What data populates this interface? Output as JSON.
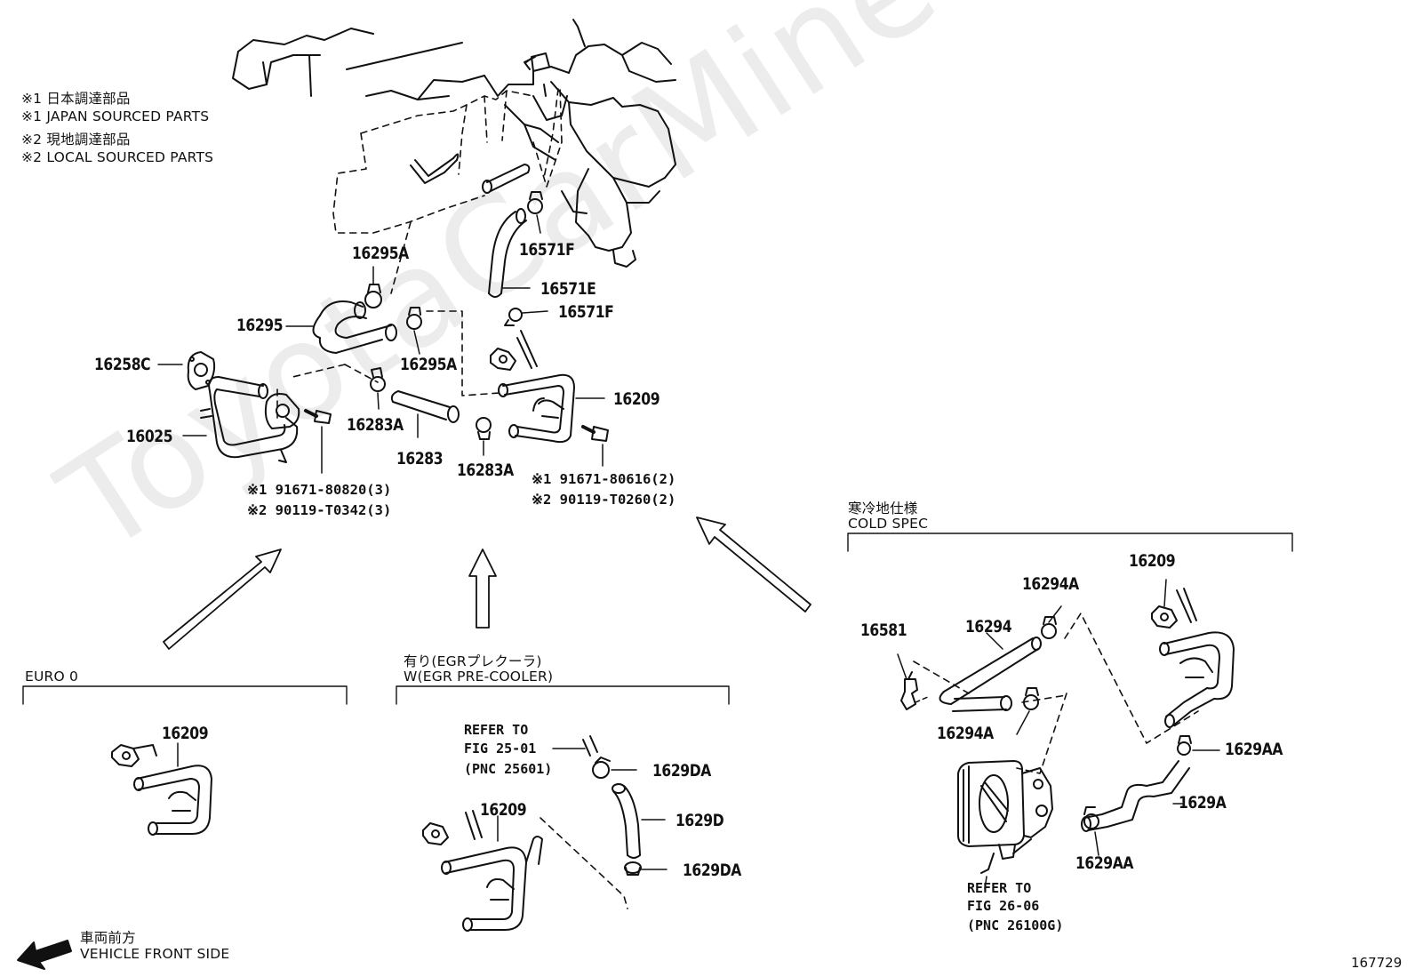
{
  "watermark": "ToyotaCarMine.ru",
  "notes": {
    "n1_jp": "※1 日本調達部品",
    "n1_en": "※1 JAPAN SOURCED PARTS",
    "n2_jp": "※2 現地調達部品",
    "n2_en": "※2 LOCAL SOURCED PARTS"
  },
  "parts_main": {
    "p16295A_top": "16295A",
    "p16295": "16295",
    "p16295A_bot": "16295A",
    "p16258C": "16258C",
    "p16025": "16025",
    "p16283A_left": "16283A",
    "p16283": "16283",
    "p16283A_right": "16283A",
    "p16571F_top": "16571F",
    "p16571E": "16571E",
    "p16571F_bot": "16571F",
    "p16209": "16209"
  },
  "bolts": {
    "left_1": "※1 91671-80820(3)",
    "left_2": "※2 90119-T0342(3)",
    "right_1": "※1 91671-80616(2)",
    "right_2": "※2 90119-T0260(2)"
  },
  "euro": {
    "title": "EURO 0",
    "p16209": "16209"
  },
  "egr": {
    "title_jp": "有り(EGRプレクーラ)",
    "title_en": "W(EGR PRE-COOLER)",
    "refer_1": "REFER TO",
    "refer_2": "FIG 25-01",
    "refer_3": "(PNC 25601)",
    "p1629DA_top": "1629DA",
    "p1629D": "1629D",
    "p1629DA_bot": "1629DA",
    "p16209": "16209"
  },
  "cold": {
    "title_jp": "寒冷地仕様",
    "title_en": "COLD SPEC",
    "p16581": "16581",
    "p16294": "16294",
    "p16294A_top": "16294A",
    "p16294A_bot": "16294A",
    "p16209": "16209",
    "p1629AA_top": "1629AA",
    "p1629A": "1629A",
    "p1629AA_bot": "1629AA",
    "refer_1": "REFER TO",
    "refer_2": "FIG 26-06",
    "refer_3": "(PNC 26100G)"
  },
  "front": {
    "jp": "車両前方",
    "en": "VEHICLE FRONT SIDE"
  },
  "figure_id": "167729"
}
